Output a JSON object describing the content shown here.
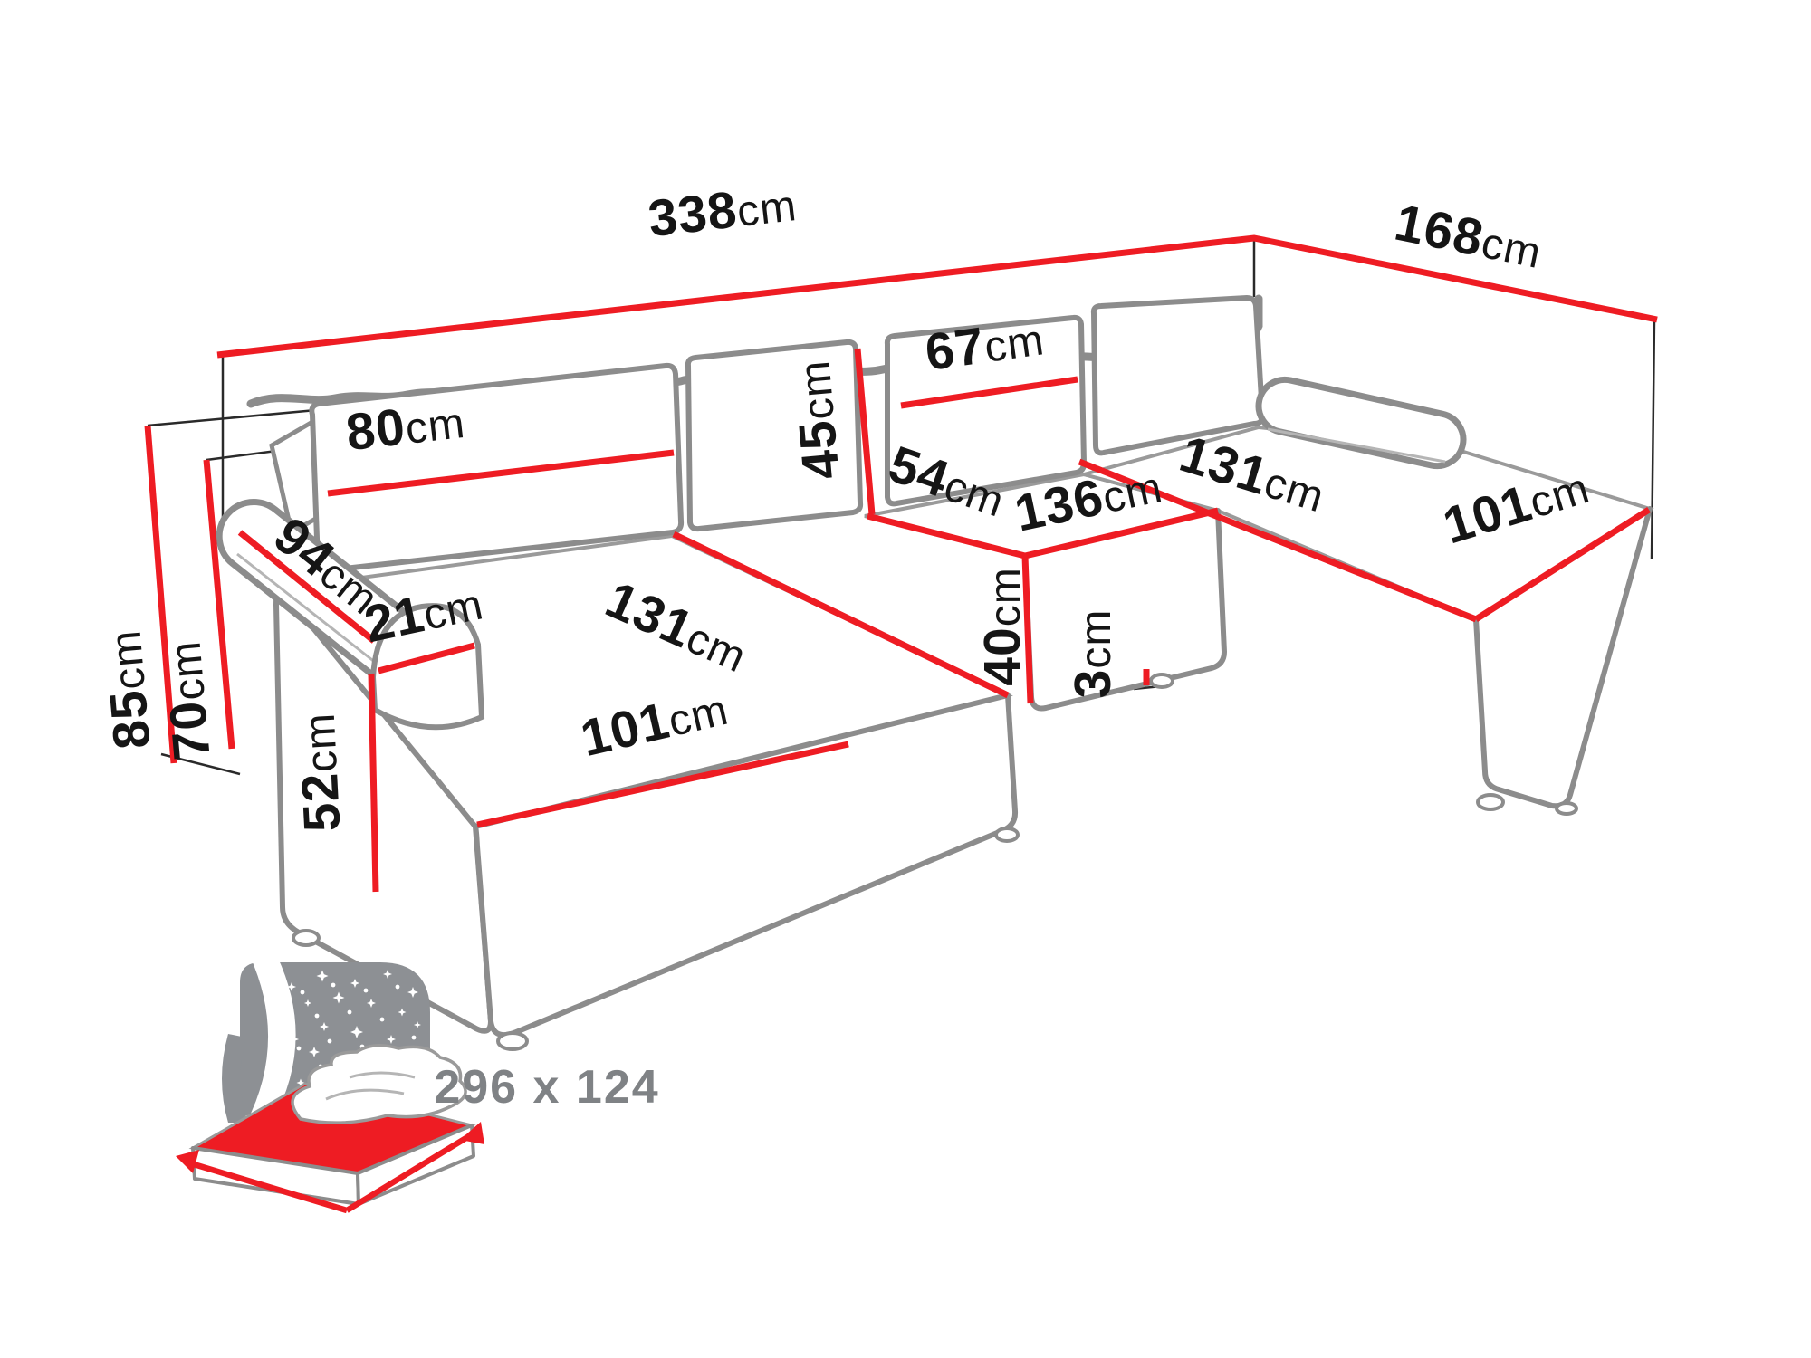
{
  "diagram": {
    "type": "sofa-dimension-diagram",
    "canvas": {
      "background": "#ffffff",
      "outline_color": "#8c8c8c",
      "accent_color": "#ee1c23",
      "text_color": "#151515",
      "muted_text_color": "#7f8285"
    },
    "dimensions": {
      "total_width": {
        "value": "338",
        "unit": "cm"
      },
      "total_depth": {
        "value": "168",
        "unit": "cm"
      },
      "total_height": {
        "value": "85",
        "unit": "cm"
      },
      "armrest_height": {
        "value": "70",
        "unit": "cm"
      },
      "armrest_length": {
        "value": "94",
        "unit": "cm"
      },
      "armrest_width": {
        "value": "21",
        "unit": "cm"
      },
      "seat_height": {
        "value": "52",
        "unit": "cm"
      },
      "back_cushion_width": {
        "value": "80",
        "unit": "cm"
      },
      "back_cushion_height": {
        "value": "45",
        "unit": "cm"
      },
      "corner_cushion_width": {
        "value": "67",
        "unit": "cm"
      },
      "middle_seat_depth": {
        "value": "54",
        "unit": "cm"
      },
      "middle_seat_width": {
        "value": "136",
        "unit": "cm"
      },
      "left_chaise_length": {
        "value": "131",
        "unit": "cm"
      },
      "left_chaise_width": {
        "value": "101",
        "unit": "cm"
      },
      "right_chaise_length": {
        "value": "131",
        "unit": "cm"
      },
      "right_chaise_width": {
        "value": "101",
        "unit": "cm"
      },
      "seat_frame_height": {
        "value": "40",
        "unit": "cm"
      },
      "leg_height": {
        "value": "3",
        "unit": "cm"
      }
    },
    "sleeping_area": {
      "size": "296 x 124",
      "icon": "sleeping-function-bed-icon"
    }
  }
}
